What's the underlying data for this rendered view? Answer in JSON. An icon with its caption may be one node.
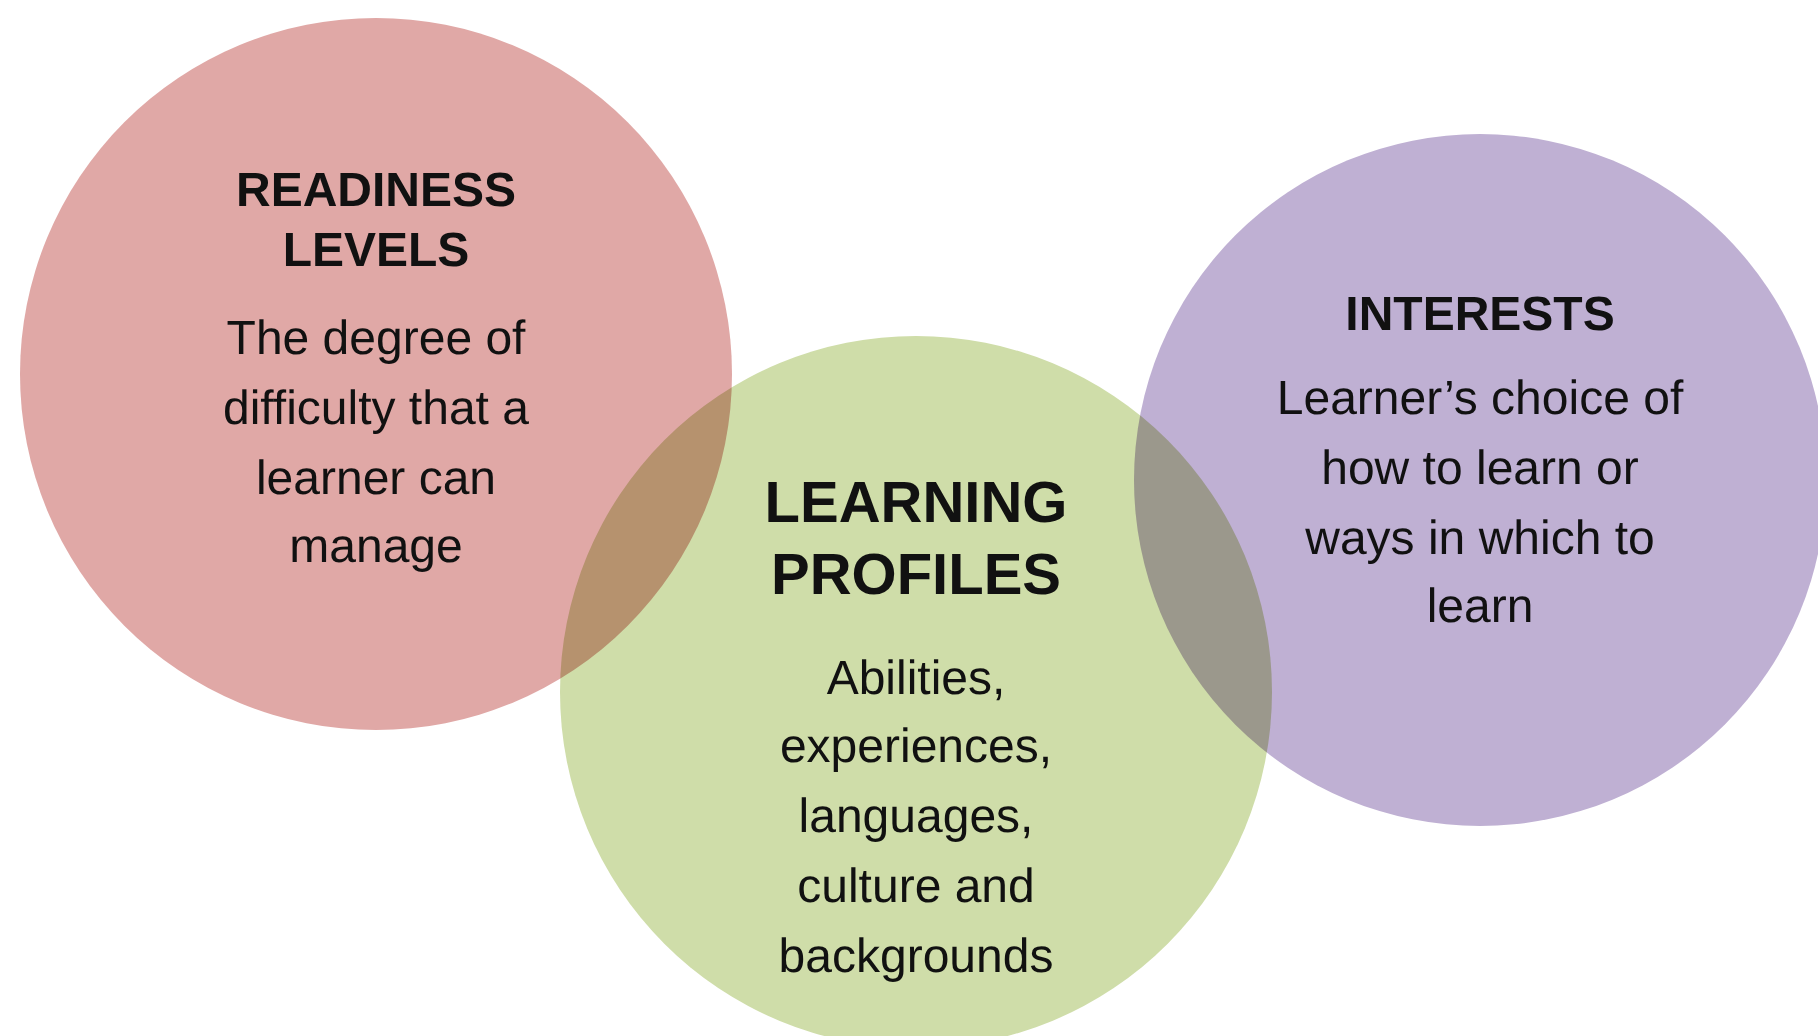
{
  "diagram": {
    "nodes": [
      {
        "text": [
          "READINESS LEVELS",
          "The degree of difficulty that a learner can manage"
        ]
      },
      {
        "text": [
          "LEARNING PROFILES",
          "Abilities, experiences, languages, culture and backgrounds"
        ]
      },
      {
        "text": [
          "INTERESTS",
          "Learner’s choice of how to learn or ways in which to learn"
        ]
      }
    ]
  }
}
